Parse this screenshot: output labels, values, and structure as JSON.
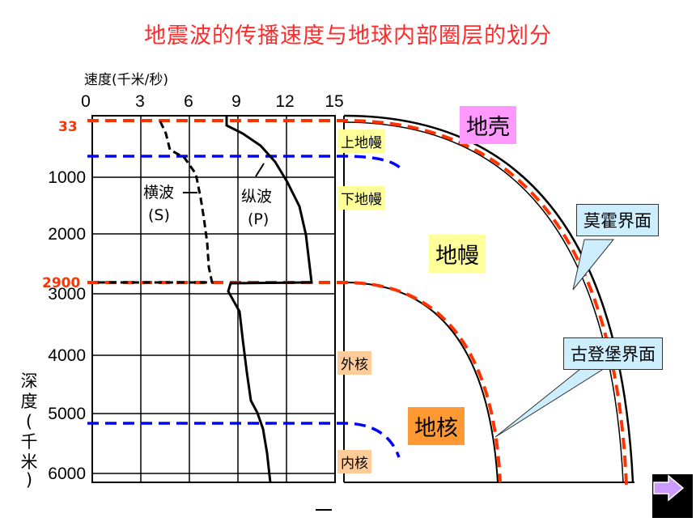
{
  "title": "地震波的传播速度与地球内部圈层的划分",
  "speed_axis_label": "速度(千米/秒)",
  "speed_ticks": [
    "0",
    "3",
    "6",
    "9",
    "12",
    "15"
  ],
  "depth_axis_label_chars": [
    "深",
    "度",
    "(",
    "千",
    "米",
    ")"
  ],
  "depth_ticks": [
    "1000",
    "2000",
    "3000",
    "4000",
    "5000",
    "6000"
  ],
  "boundary_depth_labels": [
    "33",
    "2900"
  ],
  "wave_labels": {
    "s_name": "横波",
    "s_abbr": "(S)",
    "p_name": "纵波",
    "p_abbr": "(P)"
  },
  "layer_labels": {
    "upper_mantle": "上地幔",
    "lower_mantle": "下地幔",
    "outer_core": "外核",
    "inner_core": "内核"
  },
  "big_labels": {
    "crust": "地壳",
    "mantle": "地幔",
    "core": "地核"
  },
  "callouts": {
    "moho": "莫霍界面",
    "gutenberg": "古登堡界面"
  },
  "colors": {
    "title": "#ff2a2a",
    "boundary_dash": "#ff3300",
    "layer_dash": "#0000ff",
    "crust_bg": "#ff99ff",
    "layer_bg": "#ffff99",
    "core_bg": "#ffcc99",
    "core_big_bg": "#ff9933",
    "callout_bg": "#cceeff",
    "next_arrow": "#cc99ff"
  },
  "icons": {
    "next": "next-arrow-icon"
  }
}
